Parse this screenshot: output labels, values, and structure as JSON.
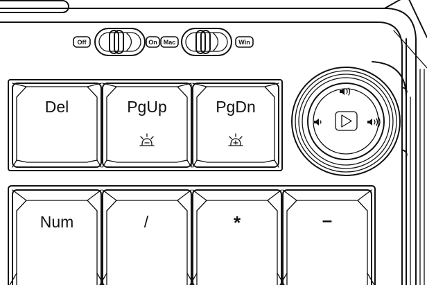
{
  "switches": {
    "os_toggle": {
      "left_label": "Off",
      "right_label": "On"
    },
    "mode_toggle": {
      "left_label": "Mac",
      "right_label": "Win"
    }
  },
  "keys": {
    "del": {
      "label": "Del"
    },
    "pgup": {
      "label": "PgUp",
      "sub_icon": "backlight-down-icon"
    },
    "pgdn": {
      "label": "PgDn",
      "sub_icon": "backlight-up-icon"
    },
    "num": {
      "label": "Num"
    },
    "slash": {
      "label": "/"
    },
    "asterisk": {
      "label": "*"
    },
    "minus": {
      "label": "–"
    }
  },
  "knob": {
    "center_icon": "play-icon",
    "top_icon": "volume-up-icon",
    "left_icon": "volume-down-icon",
    "right_icon": "volume-max-icon"
  }
}
